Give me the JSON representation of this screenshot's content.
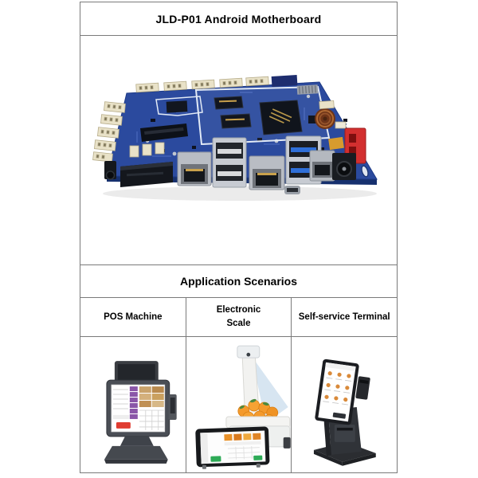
{
  "document": {
    "title": "JLD-P01 Android Motherboard",
    "section_title": "Application Scenarios"
  },
  "scenarios": {
    "columns": [
      {
        "label": "POS Machine"
      },
      {
        "label": "Electronic Scale"
      },
      {
        "label": "Self-service Terminal"
      }
    ]
  },
  "images": {
    "motherboard": "blue Android motherboard PCB with ports",
    "pos_machine": "POS touchscreen terminal",
    "electronic_scale": "electronic scale with scanner arm, oranges and tablet display",
    "self_service_terminal": "self-service kiosk with tilted touchscreen"
  },
  "colors": {
    "page_background": "#ffffff",
    "table_border": "#7a7a7a",
    "text": "#000000",
    "pcb_blue": "#2b4a9e",
    "pcb_edge_blue": "#16306e",
    "usb3_blue": "#2f6fd8",
    "power_connector_red": "#d32f2f",
    "connector_beige": "#e9e2c8",
    "coil_copper": "#8c4a26",
    "pos_accent_purple": "#8a56a8",
    "pos_accent_red": "#e03c31",
    "scale_orange": "#f49a2c",
    "scale_beam_blue": "#b7cfe6",
    "ui_green": "#2eab57"
  }
}
